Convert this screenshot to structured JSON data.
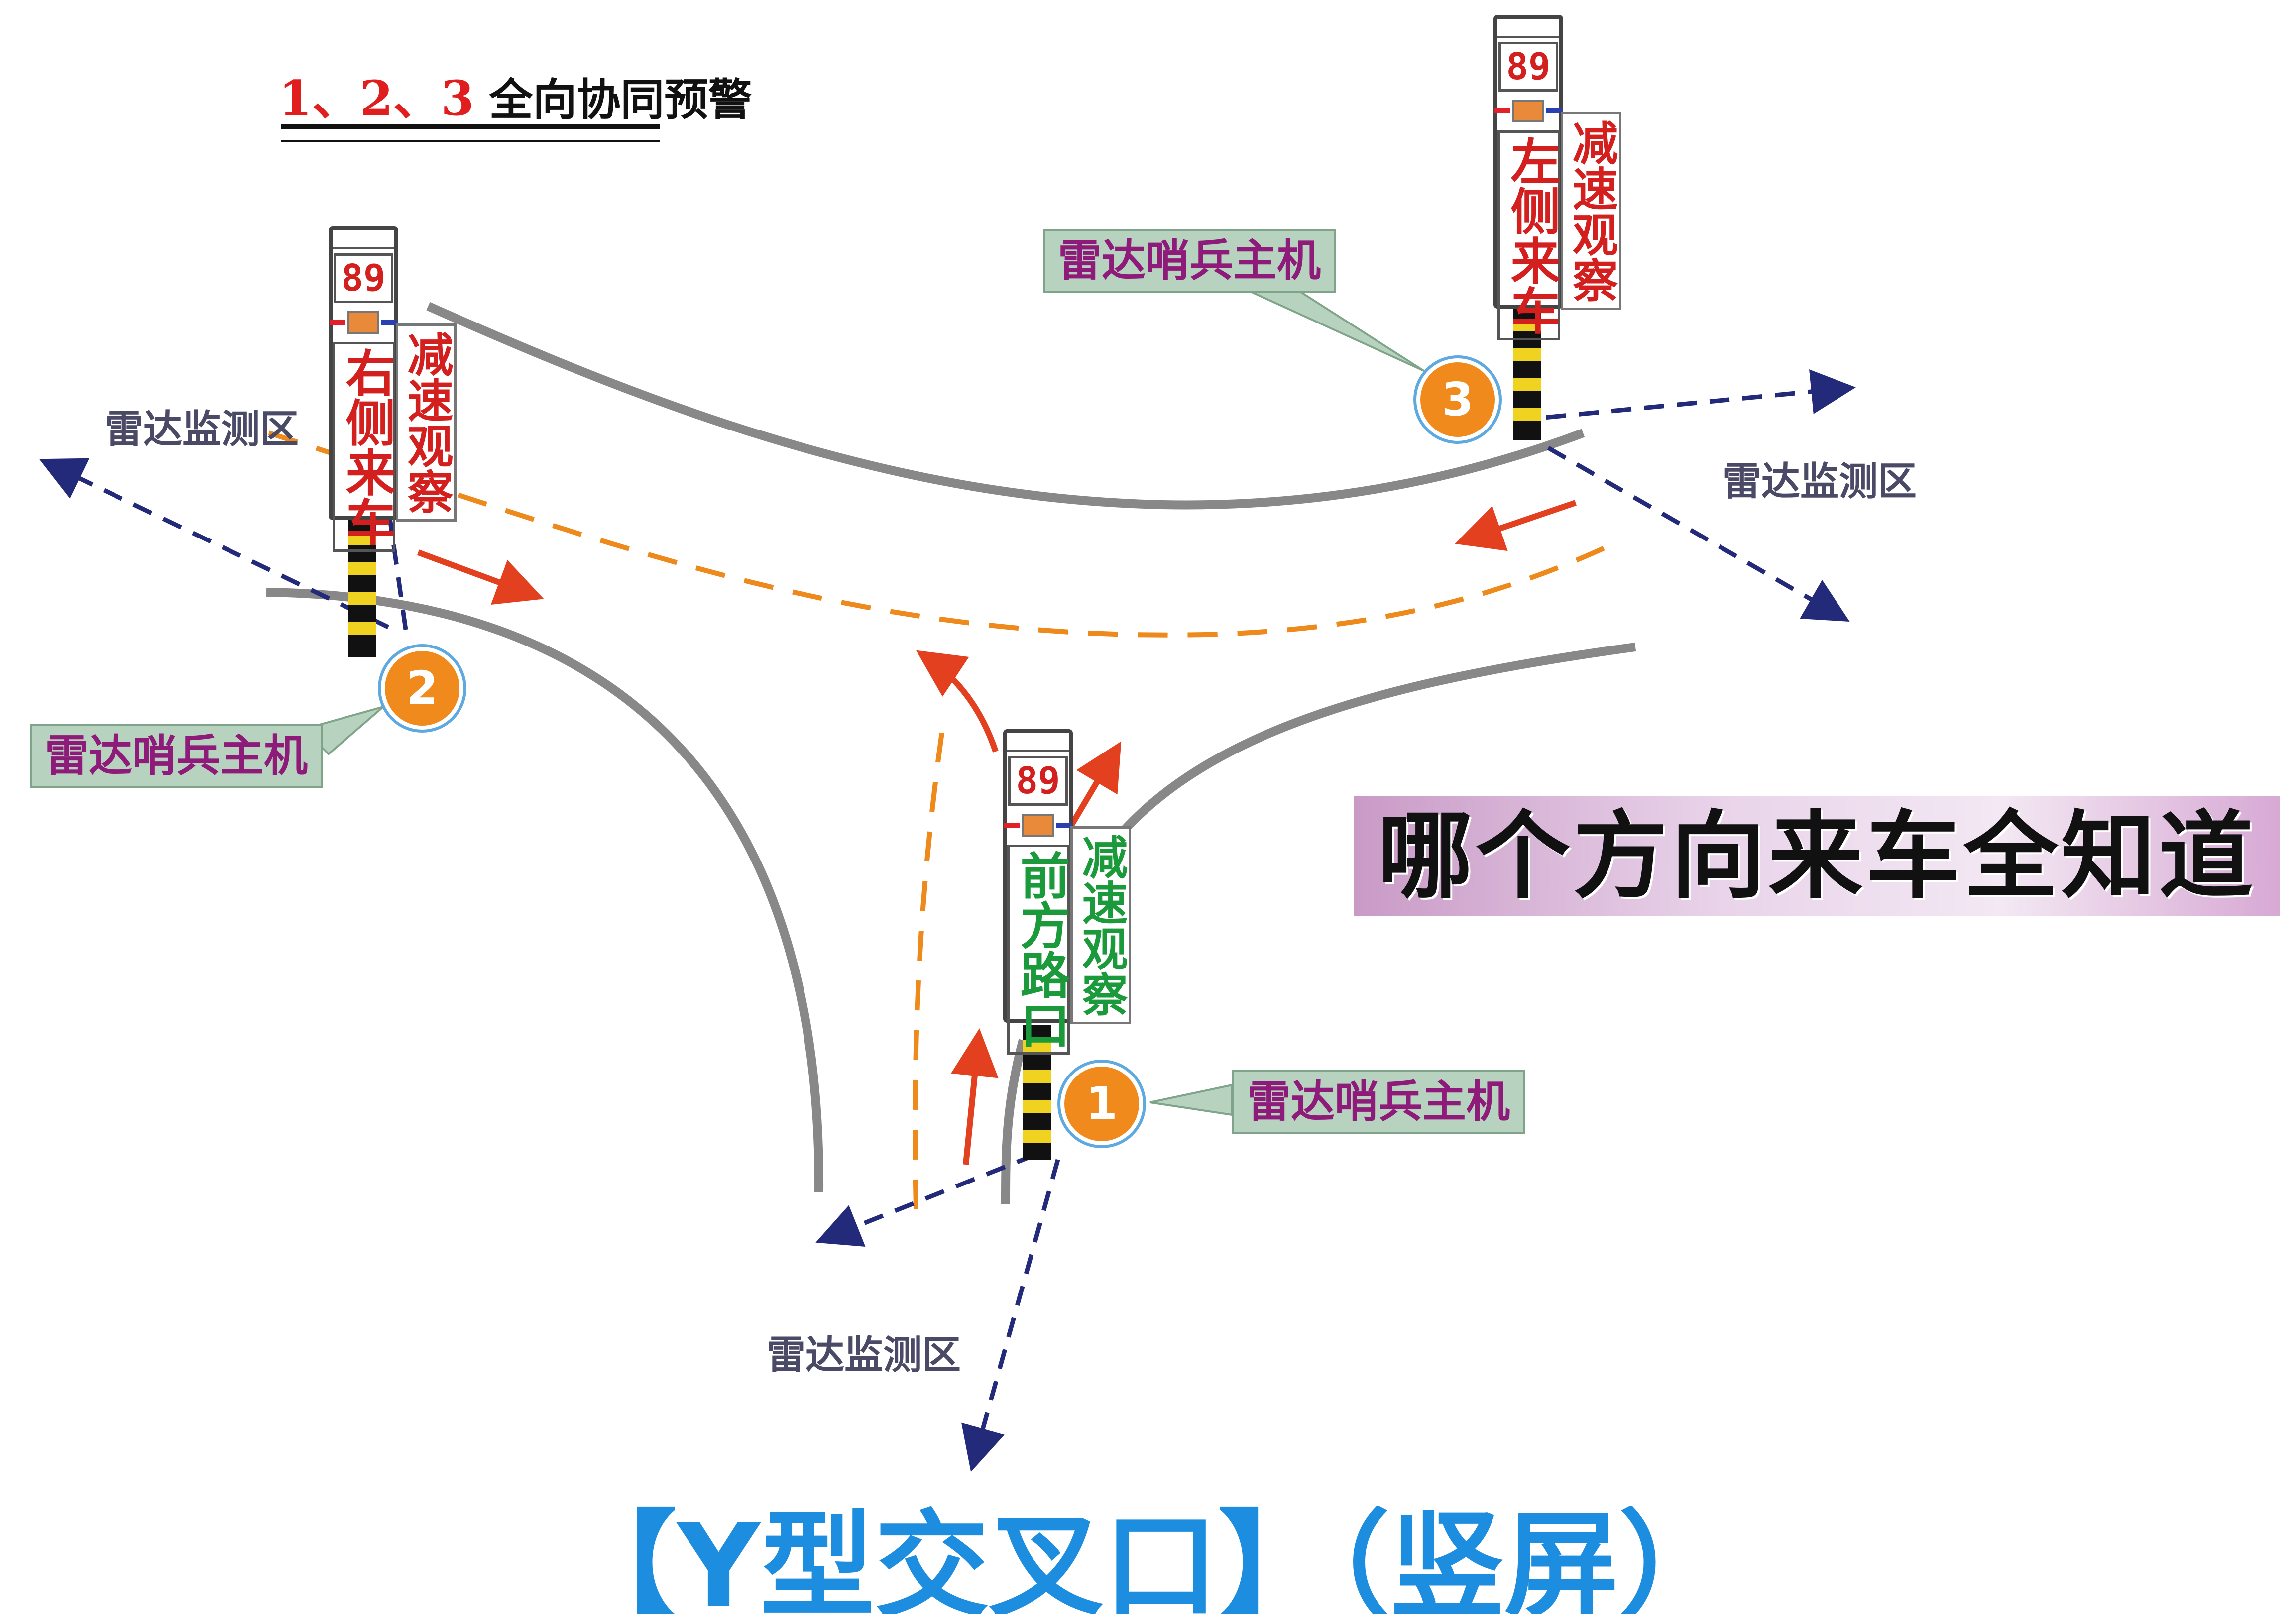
{
  "header": {
    "numbers": "1、2、3",
    "text": "全向协同预警"
  },
  "slogan": "哪个方向来车全知道",
  "footer": "【Y型交叉口】（竖屏）",
  "zones": [
    "雷达监测区",
    "雷达监测区",
    "雷达监测区"
  ],
  "callouts": [
    "雷达哨兵主机",
    "雷达哨兵主机",
    "雷达哨兵主机"
  ],
  "signs": [
    {
      "id": "1",
      "number": "89",
      "main": "前方路口",
      "side": "减速观察",
      "text_color": "#1a9a3a"
    },
    {
      "id": "2",
      "number": "89",
      "main": "右侧来车",
      "side": "减速观察",
      "text_color": "#d41f1f"
    },
    {
      "id": "3",
      "number": "89",
      "main": "左侧来车",
      "side": "减速观察",
      "text_color": "#d41f1f"
    }
  ],
  "colors": {
    "road": "#888888",
    "dashed_lane": "#ee8a1c",
    "radar_arrow": "#232a7a",
    "flow_arrow": "#e2401f",
    "marker": "#f08a1c",
    "callout_bg": "#b7d3bf",
    "callout_text": "#8e1a7a",
    "footer": "#1d8de0"
  }
}
